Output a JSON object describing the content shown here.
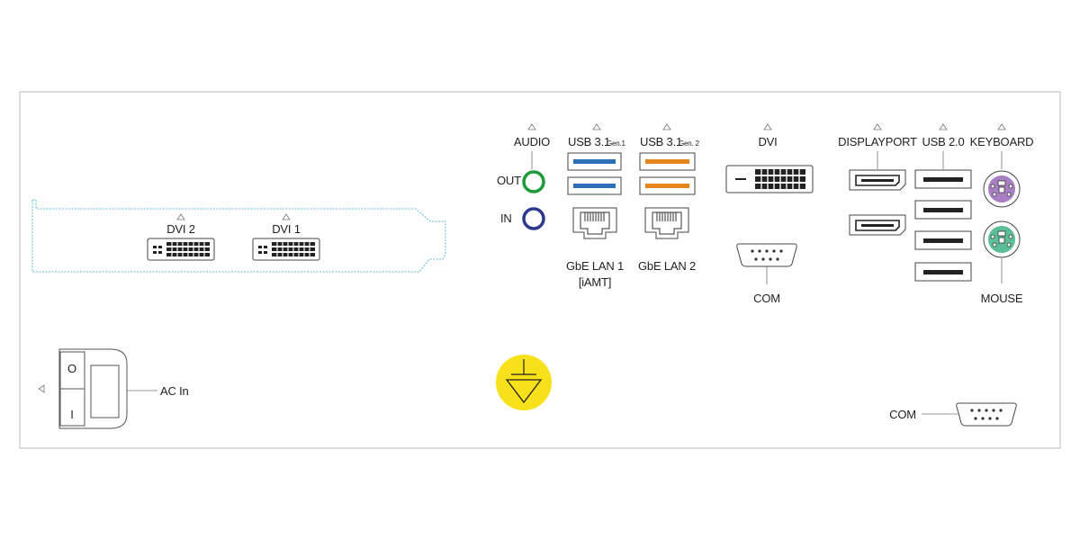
{
  "colors": {
    "panel_border": "#b8b8b8",
    "bracket": "#5bb8d6",
    "audio_out": "#1f9a3b",
    "audio_in": "#2b3a8c",
    "usb_gen1": "#2a6fb8",
    "usb_gen2": "#e6851c",
    "keyboard": "#a97fc4",
    "mouse": "#5bbf96",
    "ground": "#f6e11a"
  },
  "labels": {
    "dvi2": "DVI 2",
    "dvi1": "DVI 1",
    "audio": "AUDIO",
    "audio_out": "OUT",
    "audio_in": "IN",
    "usb31_gen1": "USB 3.1",
    "usb31_gen1_sub": "Gen.1",
    "usb31_gen2": "USB 3.1",
    "usb31_gen2_sub": "Gen. 2",
    "gbe_lan1": "GbE LAN 1",
    "gbe_lan1_sub": "[iAMT]",
    "gbe_lan2": "GbE LAN 2",
    "dvi": "DVI",
    "com_top": "COM",
    "displayport": "DISPLAYPORT",
    "usb20": "USB 2.0",
    "keyboard": "KEYBOARD",
    "mouse": "MOUSE",
    "ac_in": "AC In",
    "com_bottom": "COM",
    "switch_off": "O",
    "switch_on": "I"
  },
  "icons": {
    "ground": "ground-icon",
    "dvi": "dvi-port-icon",
    "usb": "usb-port-icon",
    "rj45": "rj45-port-icon",
    "audio": "audio-jack-icon",
    "com": "serial-port-icon",
    "displayport": "displayport-icon",
    "ps2": "ps2-port-icon",
    "power": "power-socket-icon"
  }
}
